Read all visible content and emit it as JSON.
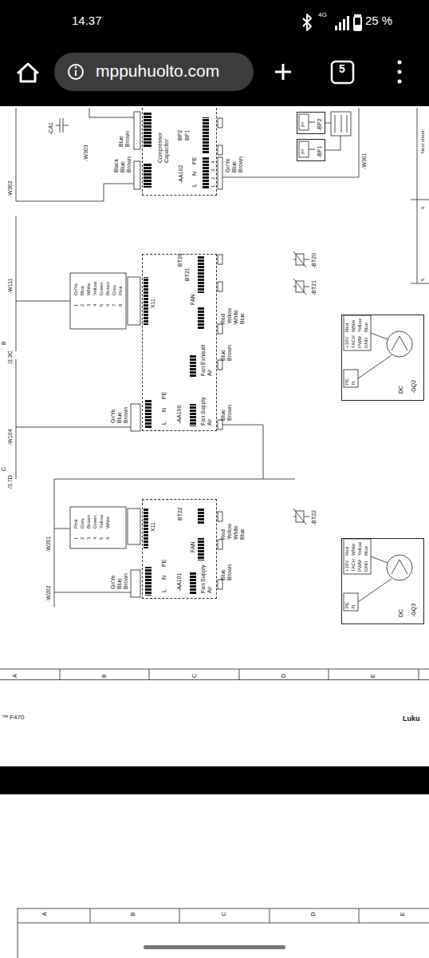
{
  "diagram": {
    "nodes": [
      {
        "text": [
          "Compressor Capacitor",
          "-AA102"
        ]
      },
      {
        "text": [
          "-CA1"
        ]
      },
      {
        "text": [
          "-BP1"
        ]
      },
      {
        "text": [
          "-BP2"
        ]
      },
      {
        "text": [
          "Fan Exhaust Air",
          "Fan Supply Air",
          "-AA100"
        ]
      },
      {
        "text": [
          "-BT20"
        ]
      },
      {
        "text": [
          "-BT21"
        ]
      },
      {
        "text": [
          "DC",
          "-GQ2"
        ]
      },
      {
        "text": [
          "Fan Supply Air",
          "-AA101"
        ]
      },
      {
        "text": [
          "-BT22"
        ]
      },
      {
        "text": [
          "DC",
          "-GQ3"
        ]
      }
    ],
    "edges": [
      {
        "from": 1,
        "to": 0,
        "arrow": "none"
      },
      {
        "from": 2,
        "to": 0,
        "arrow": "none"
      },
      {
        "from": 3,
        "to": 0,
        "arrow": "none"
      },
      {
        "from": 5,
        "to": 4,
        "arrow": "none"
      },
      {
        "from": 6,
        "to": 4,
        "arrow": "none"
      },
      {
        "from": 7,
        "to": 4,
        "arrow": "none"
      },
      {
        "from": 7,
        "to": 4,
        "arrow": "none"
      },
      {
        "from": 4,
        "to": 8,
        "arrow": "none"
      },
      {
        "from": 9,
        "to": 8,
        "arrow": "none"
      },
      {
        "from": 10,
        "to": 8,
        "arrow": "none"
      },
      {
        "from": 10,
        "to": 8,
        "arrow": "none"
      }
    ],
    "labels": [
      "14.37",
      "4G",
      "25 %",
      "mppuhuolto.com",
      "5",
      "-W302",
      "-W303",
      "Blue",
      "Brown",
      "Black",
      "Blue",
      "Brown",
      "BP2",
      "BP1",
      "PE",
      "N",
      "L",
      "1",
      "2",
      "3",
      "4",
      "Gr/Ye",
      "Blue",
      "Brown",
      "-W301",
      "p<",
      "p>",
      "Next sheet:",
      "6",
      "5",
      "-W111",
      "/2.3C",
      "B",
      "X11",
      "BT20",
      "BT21",
      "FAN",
      "PE",
      "N",
      "L",
      "Gr/Ye",
      "Blue",
      "White",
      "Yellow",
      "Green",
      "Brown",
      "Grey",
      "Pink",
      "1",
      "2",
      "3",
      "4",
      "5",
      "6",
      "7",
      "8",
      "Blue",
      "Brown",
      "Red",
      "Yellow",
      "White",
      "Blue",
      "Blue",
      "Brown",
      "Gr/Ye",
      "Blue",
      "Brown",
      "-W104",
      "/3.7D",
      "C",
      "+10V",
      "Red",
      "TACH",
      "White",
      "PWM",
      "Yellow",
      "GND",
      "Blue",
      "PE",
      "N",
      "X11",
      "BT22",
      "FAN",
      "PE",
      "N",
      "L",
      "Pink",
      "Grey",
      "Brown",
      "Green",
      "Yellow",
      "White",
      "1",
      "2",
      "3",
      "4",
      "5",
      "6",
      "-W201",
      "-W202",
      "Blue",
      "Brown",
      "Red",
      "Yellow",
      "White",
      "Blue",
      "Gr/Ye",
      "Blue",
      "Brown",
      "+10V",
      "Red",
      "TACH",
      "White",
      "PWM",
      "Yellow",
      "GND",
      "Blue",
      "PE",
      "N",
      "A",
      "B",
      "C",
      "D",
      "E",
      "™ F470",
      "Luku",
      "A",
      "B",
      "C",
      "D",
      "E"
    ]
  }
}
